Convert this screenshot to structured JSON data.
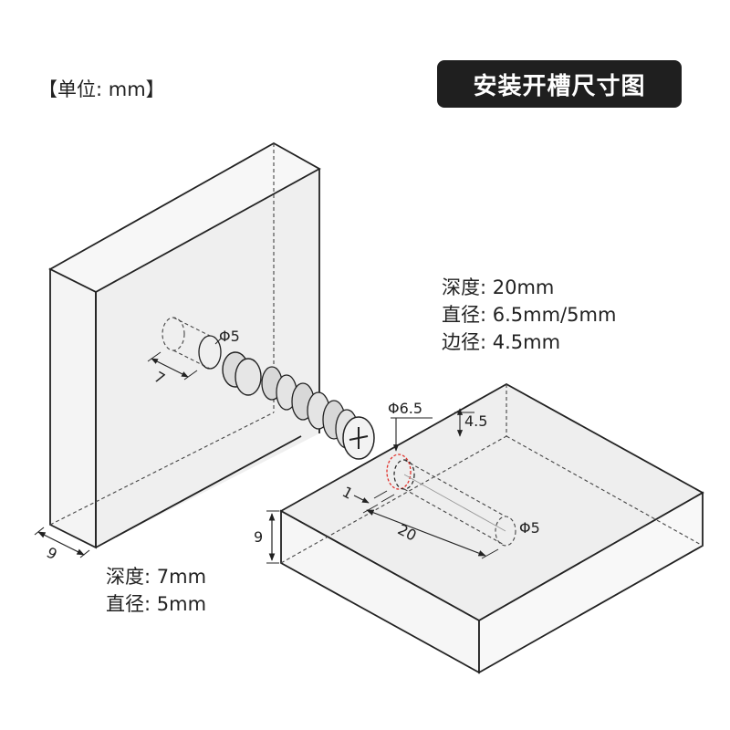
{
  "header": {
    "unit_label": "【单位: mm】",
    "title": "安装开槽尺寸图"
  },
  "right_panel": {
    "specs": [
      "深度: 20mm",
      "直径: 6.5mm/5mm",
      "边径: 4.5mm"
    ]
  },
  "left_panel": {
    "specs": [
      "深度: 7mm",
      "直径: 5mm"
    ]
  },
  "dimensions": {
    "left_hole_diameter": "Φ5",
    "left_hole_depth": "7",
    "left_board_thickness": "9",
    "right_counterbore_diameter": "Φ6.5",
    "right_edge_distance": "4.5",
    "right_counterbore_depth": "1",
    "right_hole_depth": "20",
    "right_hole_diameter": "Φ5",
    "right_board_thickness": "9"
  },
  "colors": {
    "title_bg": "#1f1f1f",
    "counterbore_highlight": "#e0302a",
    "panel_fill": "#efefef"
  }
}
